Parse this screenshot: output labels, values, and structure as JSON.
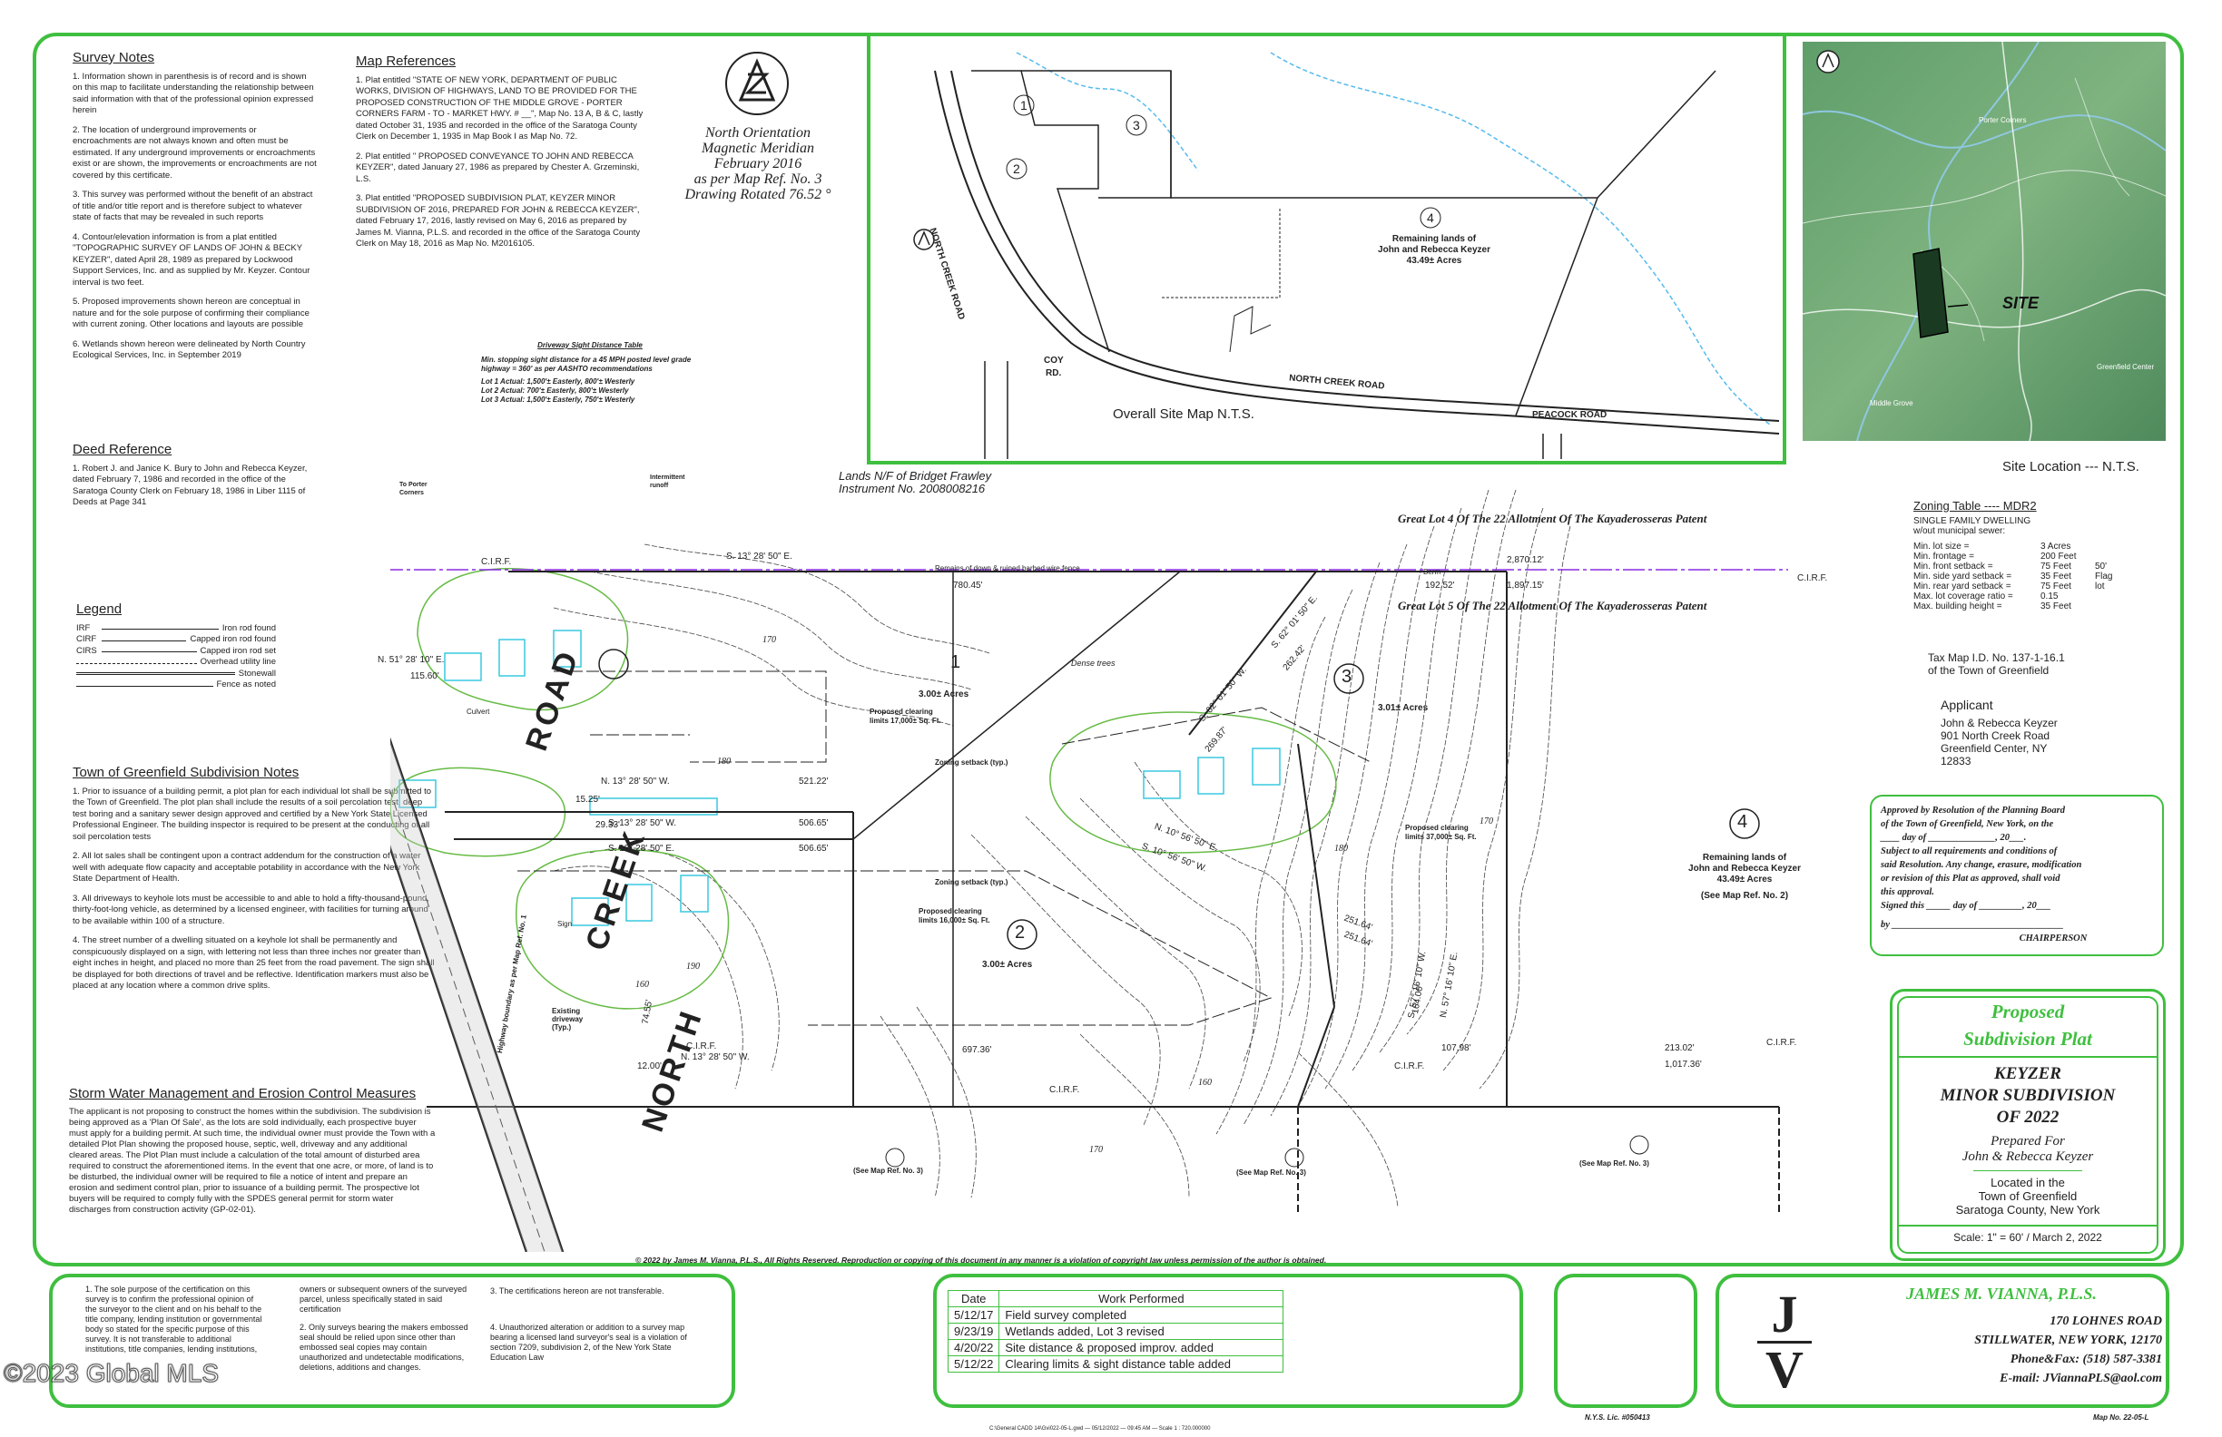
{
  "survey_notes": {
    "title": "Survey Notes",
    "items": [
      "1. Information shown in parenthesis is of record and is shown on this map to facilitate understanding the relationship between said information with that of the professional opinion expressed herein",
      "2. The location of underground improvements or encroachments are not always known and often must be estimated. If any underground improvements or encroachments exist or are shown, the improvements or encroachments are not covered by this certificate.",
      "3. This survey was performed without the benefit of an abstract of title and/or title report and is therefore subject to whatever state of facts that may be revealed in such reports",
      "4. Contour/elevation information is from a plat entitled \"TOPOGRAPHIC SURVEY OF LANDS OF JOHN & BECKY KEYZER\", dated April 28, 1989 as prepared by Lockwood Support Services, Inc. and as supplied by Mr. Keyzer. Contour interval is two feet.",
      "5. Proposed improvements shown hereon are conceptual in nature and for the sole purpose of confirming their compliance with current zoning. Other locations and layouts are possible",
      "6. Wetlands shown hereon were delineated by North Country Ecological Services, Inc. in September 2019"
    ]
  },
  "map_references": {
    "title": "Map References",
    "items": [
      "1. Plat entitled \"STATE OF NEW YORK, DEPARTMENT OF PUBLIC WORKS, DIVISION OF HIGHWAYS, LAND TO BE PROVIDED FOR THE PROPOSED CONSTRUCTION OF THE MIDDLE GROVE - PORTER CORNERS FARM - TO - MARKET HWY. # __\", Map No. 13 A, B & C, lastly dated October 31, 1935 and recorded in the office of the Saratoga County Clerk on December 1, 1935 in Map Book I as Map No. 72.",
      "2. Plat entitled \" PROPOSED CONVEYANCE TO JOHN AND REBECCA KEYZER\", dated January 27, 1986 as prepared by Chester A. Grzeminski, L.S.",
      "3. Plat entitled \"PROPOSED SUBDIVISION PLAT, KEYZER MINOR SUBDIVISION OF 2016, PREPARED FOR JOHN & REBECCA KEYZER\", dated February 17, 2016, lastly revised on May 6, 2016 as prepared by James M. Vianna, P.L.S. and recorded in the office of the Saratoga County Clerk on May 18, 2016 as Map No. M2016105."
    ]
  },
  "orientation": {
    "lines": [
      "North Orientation",
      "Magnetic Meridian",
      "February 2016",
      "as per Map Ref. No. 3",
      "Drawing Rotated 76.52 °"
    ]
  },
  "sight_table": {
    "title": "Driveway Sight Distance Table",
    "header": "Min. stopping sight distance for a 45 MPH posted level grade highway = 360' as per AASHTO recommendations",
    "rows": [
      "Lot 1 Actual: 1,500'± Easterly, 800'± Westerly",
      "Lot 2 Actual: 700'± Easterly, 800'± Westerly",
      "Lot 3 Actual: 1,500'± Easterly, 750'± Westerly"
    ]
  },
  "overall_map": {
    "caption": "Overall Site Map  N.T.S.",
    "lots": [
      "1",
      "2",
      "3",
      "4"
    ],
    "remaining": [
      "Remaining lands of",
      "John and Rebecca Keyzer",
      "43.49± Acres"
    ],
    "roads": [
      "NORTH CREEK ROAD",
      "NORTH CREEK ROAD",
      "PEACOCK ROAD",
      "COY",
      "RD."
    ]
  },
  "site_location": {
    "caption": "Site Location --- N.T.S.",
    "site_label": "SITE",
    "place_labels": [
      "Porter Corners",
      "Greenfield Center",
      "Middle Grove"
    ]
  },
  "deed_reference": {
    "title": "Deed Reference",
    "text": "1. Robert J. and Janice K. Bury to John and Rebecca Keyzer, dated February 7, 1986 and recorded in the office of the Saratoga County Clerk on February 18, 1986 in Liber 1115 of Deeds at Page 341"
  },
  "legend": {
    "title": "Legend",
    "items": [
      {
        "code": "IRF",
        "desc": "Iron rod found"
      },
      {
        "code": "CIRF",
        "desc": "Capped iron rod found"
      },
      {
        "code": "CIRS",
        "desc": "Capped iron rod set"
      },
      {
        "code": "",
        "desc": "Overhead utility line"
      },
      {
        "code": "",
        "desc": "Stonewall"
      },
      {
        "code": "",
        "desc": "Fence as noted"
      }
    ]
  },
  "town_notes": {
    "title": "Town of Greenfield Subdivision Notes",
    "items": [
      "1. Prior to issuance of a building permit, a plot plan for each individual lot shall be submitted to the Town of Greenfield. The plot plan shall include the results of a soil percolation test, deep test boring and a sanitary sewer design approved and certified by a New York State Licensed Professional Engineer. The building inspector is required to be present at the conducting of all soil percolation tests",
      "2. All lot sales shall be contingent upon a contract addendum for the construction of a water well with adequate flow capacity and acceptable potability in accordance with the New York State Department of Health.",
      "3. All driveways to keyhole lots must be accessible to and able to hold a fifty-thousand-pound, thirty-foot-long vehicle, as determined by a licensed engineer, with facilities for turning around to be available within 100 of a structure.",
      "4. The street number of a dwelling situated on a keyhole lot shall be permanently and conspicuously displayed on a sign, with lettering not less than three inches nor greater than eight inches in height, and placed no more than 25 feet from the road pavement. The sign shall be displayed for both directions of travel and be reflective. Identification markers must also be placed at any location where a common drive splits."
    ]
  },
  "storm_water": {
    "title": "Storm Water Management and Erosion Control Measures",
    "text": "The applicant is not proposing to construct the homes within the subdivision. The subdivision is being approved as a 'Plan Of Sale', as the lots are sold individually, each prospective buyer must apply for a building permit. At such time, the individual owner must provide the Town with a detailed Plot Plan showing the proposed house, septic, well, driveway and any additional cleared areas. The Plot Plan must include a calculation of the total amount of disturbed area required to construct the aforementioned items. In the event that one acre, or more, of land is to be disturbed, the individual owner will be required to file a notice of intent and prepare an erosion and sediment control plan, prior to issuance of a building permit. The prospective lot buyers will be required to comply fully with the SPDES general permit for storm water discharges from construction activity (GP-02-01)."
  },
  "zoning": {
    "title": "Zoning Table ----  MDR2",
    "sub1": "SINGLE FAMILY DWELLING",
    "sub2": "w/out municipal sewer:",
    "rows": [
      {
        "label": "Min. lot size =",
        "value": "3 Acres"
      },
      {
        "label": "Min. frontage =",
        "value": "200 Feet"
      },
      {
        "label": "Min. front setback =",
        "value": "75 Feet"
      },
      {
        "label": "Min. side yard setback =",
        "value": "35 Feet"
      },
      {
        "label": "Min. rear yard setback =",
        "value": "75 Feet"
      },
      {
        "label": "Max. lot coverage ratio =",
        "value": "0.15"
      },
      {
        "label": "Max. building height =",
        "value": "35 Feet"
      }
    ],
    "flag_note": [
      "50'",
      "Flag",
      "lot"
    ]
  },
  "tax_map": [
    "Tax Map I.D. No. 137-1-16.1",
    "of the Town of Greenfield"
  ],
  "applicant": {
    "title": "Applicant",
    "lines": [
      "John & Rebecca Keyzer",
      "901 North Creek Road",
      "Greenfield Center, NY",
      "12833"
    ]
  },
  "approval": {
    "lines": [
      "Approved by Resolution of the Planning Board",
      "of the Town of Greenfield, New York, on the",
      "____ day of ______________, 20___.",
      "Subject to all requirements and conditions of",
      "said Resolution. Any change, erasure, modification",
      "or revision of this Plat as approved, shall void",
      "this approval.",
      "Signed this _____ day of _________, 20___",
      "by ____________________________________",
      "CHAIRPERSON"
    ]
  },
  "title_block": {
    "proposed": [
      "Proposed",
      "Subdivision Plat"
    ],
    "name": [
      "KEYZER",
      "MINOR SUBDIVISION",
      "OF 2022"
    ],
    "prepared": [
      "Prepared For",
      "John & Rebecca Keyzer"
    ],
    "located": [
      "Located in the",
      "Town of Greenfield",
      "Saratoga County, New York"
    ],
    "scale": "Scale: 1\" = 60' / March 2, 2022"
  },
  "copyright": "© 2022 by James M. Vianna, P.L.S., All Rights Reserved. Reproduction or copying of this document in any manner is a violation of copyright law unless permission of the author is obtained.",
  "certification": {
    "col1": "1. The sole purpose of the certification on this survey is to confirm the professional opinion of the surveyor to the client and on his behalf to the title company, lending institution or governmental body so stated for the specific purpose of this survey. It is not transferable to additional institutions, title companies, lending institutions,",
    "col2a": "owners or subsequent owners of the surveyed parcel, unless specifically stated in said certification",
    "col2b": "2. Only surveys bearing the makers embossed seal should be relied upon since other than embossed seal copies may contain unauthorized and undetectable modifications, deletions, additions and changes.",
    "col3a": "3. The certifications hereon are not transferable.",
    "col3b": "4. Unauthorized alteration or addition to a survey map bearing a licensed land surveyor's seal is a violation of section 7209, subdivision 2, of the New York State Education Law"
  },
  "work_table": {
    "headers": [
      "Date",
      "Work Performed"
    ],
    "rows": [
      [
        "5/12/17",
        "Field survey completed"
      ],
      [
        "9/23/19",
        "Wetlands added, Lot 3 revised"
      ],
      [
        "4/20/22",
        "Site distance & proposed improv. added"
      ],
      [
        "5/12/22",
        "Clearing limits & sight distance table added"
      ]
    ]
  },
  "surveyor": {
    "name": "JAMES M. VIANNA, P.L.S.",
    "address1": "170 LOHNES ROAD",
    "address2": "STILLWATER, NEW YORK, 12170",
    "phone": "Phone&Fax: (518) 587-3381",
    "email": "E-mail: JViannaPLS@aol.com",
    "monogram": "JV",
    "lic": "N.Y.S. Lic. #050413",
    "map_no": "Map No. 22-05-L"
  },
  "watermark": "©2023 Global MLS",
  "footer_path": "C:\\General CADD 14\\Gvi022-05-L.gwd — 05/12/2022 — 09:45 AM — Scale 1 : 720.000000",
  "plan": {
    "road_word1": "NORTH",
    "road_word2": "CREEK",
    "road_word3": "ROAD",
    "lots": [
      {
        "num": "1",
        "acres": "3.00± Acres"
      },
      {
        "num": "2",
        "acres": "3.00± Acres"
      },
      {
        "num": "3",
        "acres": "3.01± Acres"
      },
      {
        "num": "4",
        "acres": "43.49± Acres"
      }
    ],
    "remaining": [
      "Remaining lands of",
      "John and Rebecca Keyzer",
      "43.49± Acres",
      "(See Map Ref. No. 2)"
    ],
    "lands_nf": [
      "Lands N/F of Bridget Frawley",
      "Instrument No. 2008008216"
    ],
    "great_lot4": "Great Lot 4 Of The 22 Allotment Of The Kayaderosseras Patent",
    "great_lot5": "Great Lot 5 Of The 22 Allotment Of The Kayaderosseras Patent",
    "bearings": [
      "S. 13° 28' 50\" E.",
      "780.45'",
      "2,870.12'",
      "1,897.15'",
      "192.52'",
      "N. 13° 28' 50\" W.",
      "521.22'",
      "S. 13° 28' 50\" W.",
      "506.65'",
      "S. 13° 28' 50\" E.",
      "506.65'",
      "N. 13° 28' 50\" W.",
      "697.36'",
      "107.98'",
      "213.02'",
      "1,017.36'",
      "S. 62° 01' 50\" W.",
      "269.87'",
      "S. 62° 01' 50\" E.",
      "262.42'",
      "S. 10° 56' 50\" W.",
      "N. 10° 56' 50\" E.",
      "251.64'",
      "251.64'",
      "N. 57° 16' 10\" E.",
      "S. 57° 16' 10\" W.",
      "164.00'",
      "N. 51° 28' 10\" E.",
      "115.60'",
      "15.25'",
      "29.33'",
      "74.55'",
      "12.00'"
    ],
    "notes": [
      "C.I.R.F.",
      "C.I.R.F.",
      "C.I.R.F.",
      "C.I.R.F.",
      "C.I.R.F.",
      "C.I.R.F.",
      "Remains of down & ruined barbed wire fence",
      "Proposed clearing limits 17,000± Sq. Ft.",
      "Proposed clearing limits 16,000± Sq. Ft.",
      "Proposed clearing limits 37,000± Sq. Ft.",
      "Zoning setback (typ.)",
      "Zoning setback (typ.)",
      "Dense trees",
      "Berm",
      "Culvert",
      "Sign",
      "Existing driveway (Typ.)",
      "To Porter Corners",
      "Intermittent runoff",
      "(See Map Ref. No. 3)",
      "(See Map Ref. No. 3)",
      "(See Map Ref. No. 3)",
      "Highway boundary as per Map Ref. No. 1"
    ],
    "contours": [
      "170",
      "160",
      "180",
      "160",
      "170",
      "180",
      "170",
      "190"
    ]
  },
  "colors": {
    "frame": "#3fbf3f",
    "wetland": "#66bb44",
    "structures": "#38c8e0",
    "boundary": "#8a2be2",
    "road_edge": "#222222"
  }
}
